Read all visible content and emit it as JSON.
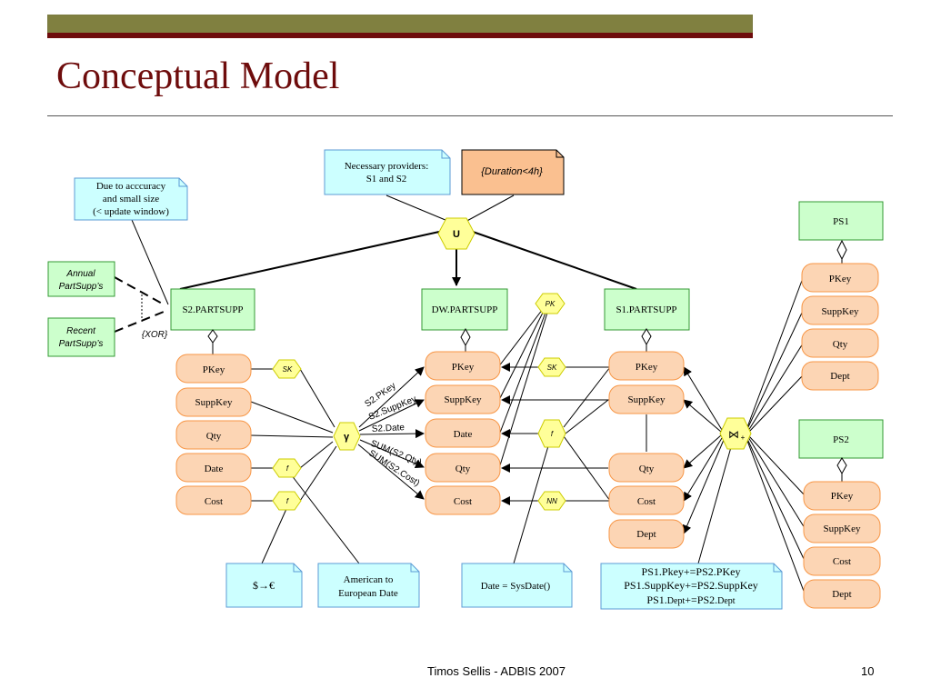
{
  "slide": {
    "title": "Conceptual Model",
    "footer_text": "Timos Sellis - ADBIS 2007",
    "page_number": "10"
  },
  "diagram": {
    "colors": {
      "concept": "#ccffcc",
      "attribute": "#fcd5b4",
      "note": "#ccffff",
      "constraint_note": "#fac090",
      "transform": "#ffff99",
      "line": "#000000"
    },
    "concepts": {
      "s2": "S2.PARTSUPP",
      "dw": "DW.PARTSUPP",
      "s1": "S1.PARTSUPP",
      "ps1": "PS1",
      "ps2": "PS2",
      "annual": "Annual PartSupp's",
      "recent": "Recent PartSupp's"
    },
    "attributes": {
      "s2": [
        "PKey",
        "SuppKey",
        "Qty",
        "Date",
        "Cost"
      ],
      "dw": [
        "PKey",
        "SuppKey",
        "Date",
        "Qty",
        "Cost"
      ],
      "s1": [
        "PKey",
        "SuppKey",
        "Qty",
        "Cost",
        "Dept"
      ],
      "ps1": [
        "PKey",
        "SuppKey",
        "Qty",
        "Dept"
      ],
      "ps2": [
        "PKey",
        "SuppKey",
        "Cost",
        "Dept"
      ]
    },
    "transforms": {
      "union": "U",
      "gamma": "γ",
      "join": "⋈",
      "join_sub": "+",
      "sk_s2": "SK",
      "sk_s1": "SK",
      "f_date": "f",
      "f_cost": "f",
      "f_dw_date": "f",
      "pk": "PK",
      "nn": "NN"
    },
    "notes": {
      "accuracy": [
        "Due to acccuracy",
        "and small size",
        "(< update window)"
      ],
      "providers": [
        "Necessary providers:",
        "S1 and S2"
      ],
      "duration": "{Duration<4h}",
      "dollar_euro": "$→€",
      "date_format": [
        "American to",
        "European Date"
      ],
      "sysdate": "Date = SysDate()",
      "join_cond": [
        [
          "PS1.Pkey+=PS2.PKey",
          ""
        ],
        [
          "PS1.SuppKey+=PS2.SuppKey",
          ""
        ],
        [
          "PS1.",
          "Dept",
          "+=PS2.",
          "Dept"
        ]
      ]
    },
    "xor_label": "{XOR}",
    "mapping_labels": [
      "S2.PKey",
      "S2.SuppKey",
      "S2.Date",
      "SUM(S2.Qty)",
      "SUM(S2.Cost)"
    ]
  }
}
